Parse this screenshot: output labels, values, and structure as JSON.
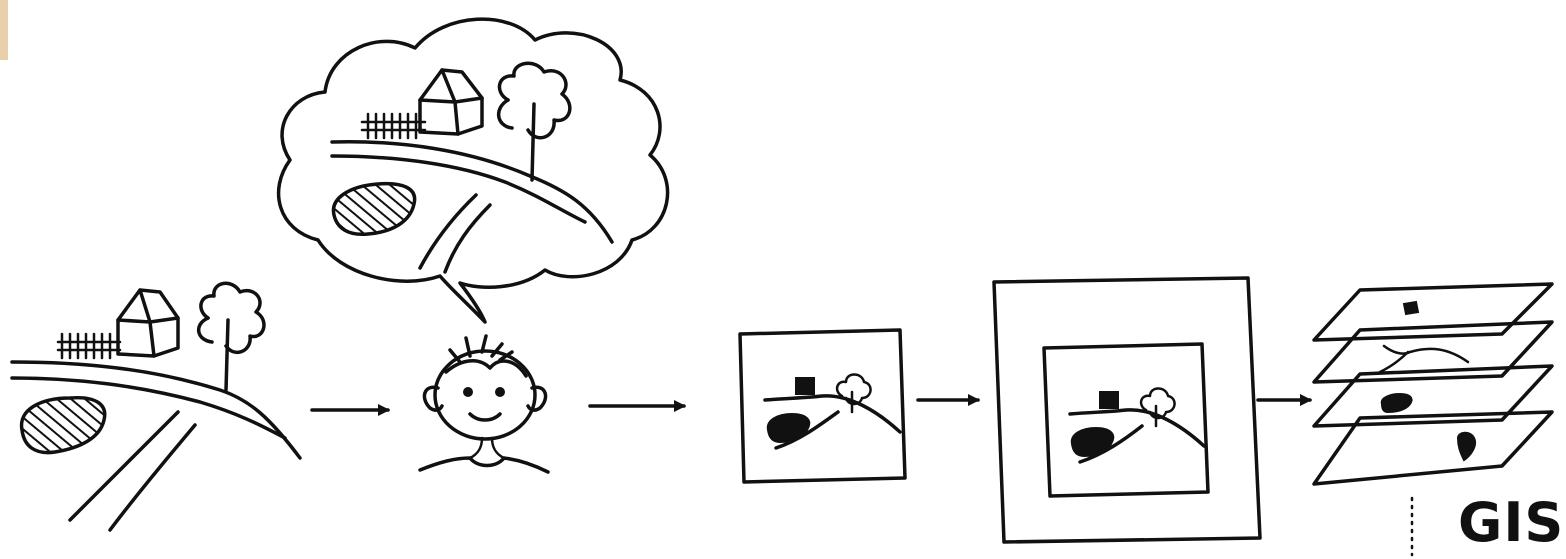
{
  "diagram": {
    "stages": [
      {
        "id": "real-world"
      },
      {
        "id": "perception"
      },
      {
        "id": "map"
      },
      {
        "id": "framed-map"
      },
      {
        "id": "data-layers"
      }
    ],
    "label_gis": "GIS",
    "colors": {
      "ink": "#111111",
      "paper": "#ffffff",
      "corner_accent": "#e9cfaa"
    }
  }
}
